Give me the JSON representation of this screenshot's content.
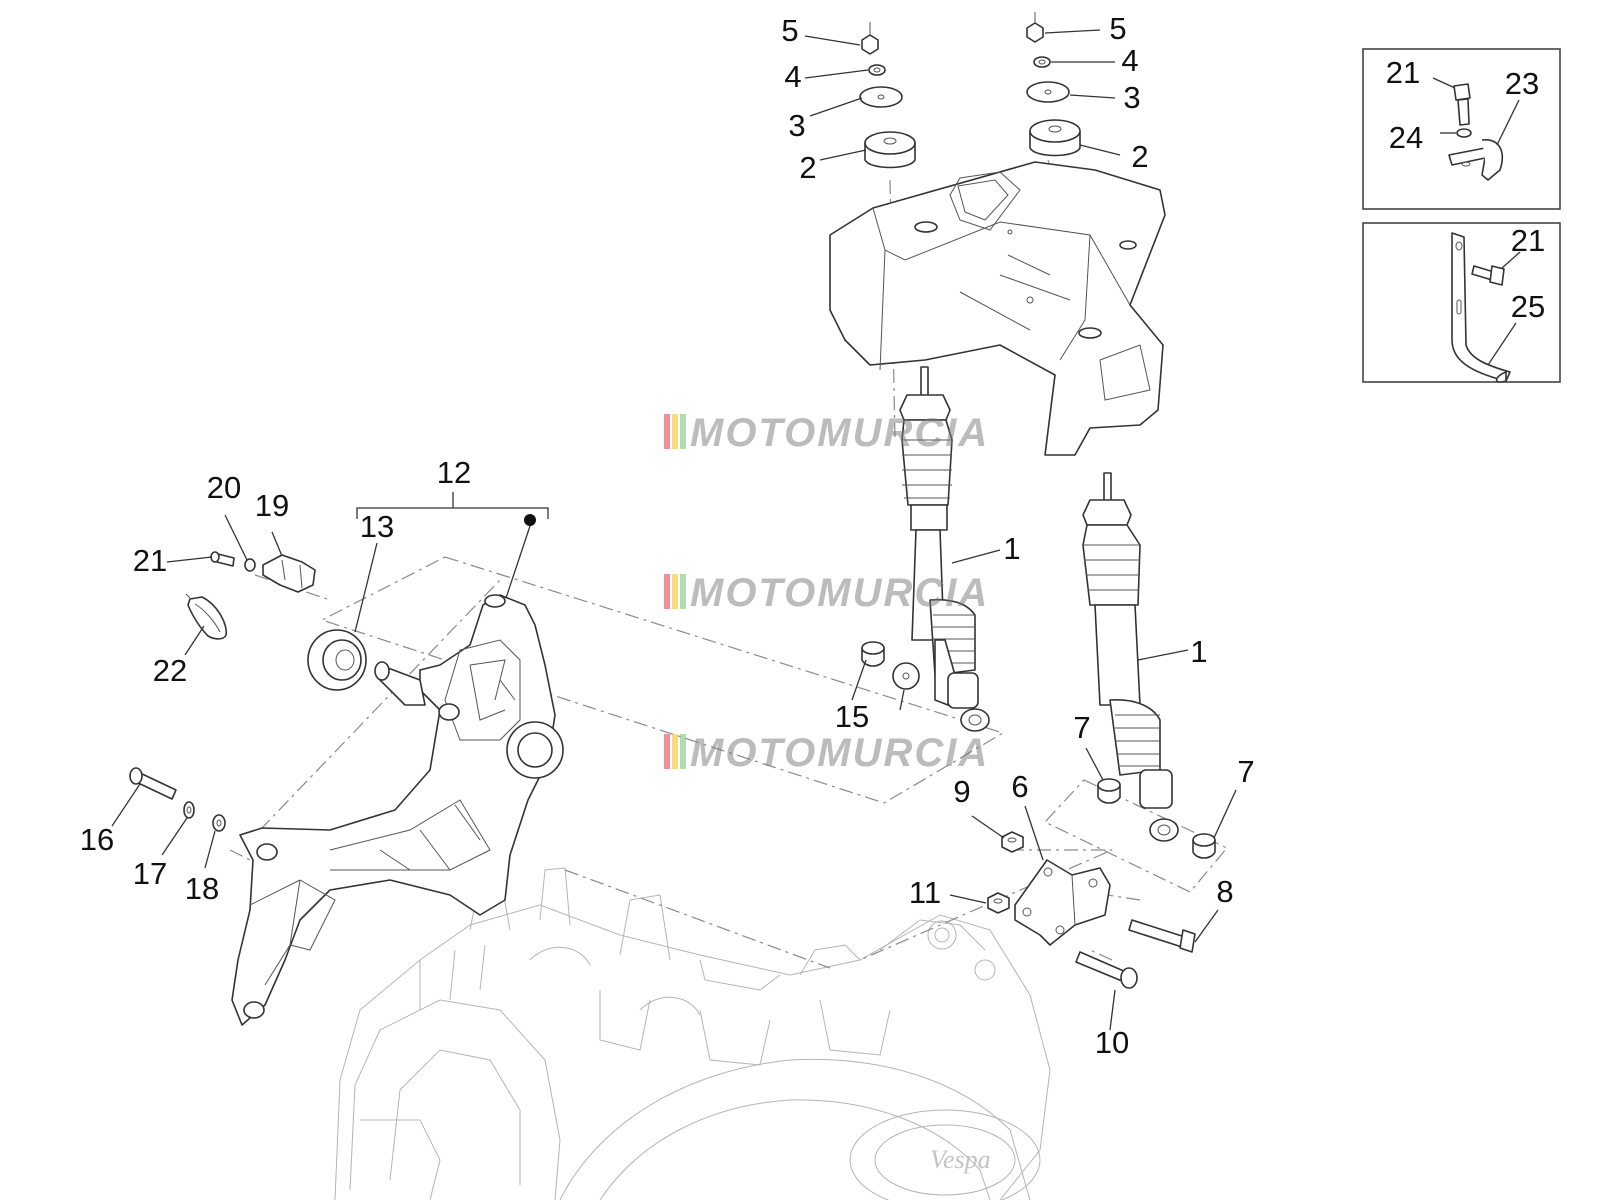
{
  "watermark": {
    "text": "MOTOMURCIA",
    "stripe_colors": [
      "#e5484d",
      "#f2c12e",
      "#7bc47f"
    ]
  },
  "callouts": [
    {
      "id": "1a",
      "text": "1"
    },
    {
      "id": "1b",
      "text": "1"
    },
    {
      "id": "2a",
      "text": "2"
    },
    {
      "id": "2b",
      "text": "2"
    },
    {
      "id": "3a",
      "text": "3"
    },
    {
      "id": "3b",
      "text": "3"
    },
    {
      "id": "4a",
      "text": "4"
    },
    {
      "id": "4b",
      "text": "4"
    },
    {
      "id": "5a",
      "text": "5"
    },
    {
      "id": "5b",
      "text": "5"
    },
    {
      "id": "6",
      "text": "6"
    },
    {
      "id": "7a",
      "text": "7"
    },
    {
      "id": "7b",
      "text": "7"
    },
    {
      "id": "8",
      "text": "8"
    },
    {
      "id": "9",
      "text": "9"
    },
    {
      "id": "10",
      "text": "10"
    },
    {
      "id": "11",
      "text": "11"
    },
    {
      "id": "12",
      "text": "12"
    },
    {
      "id": "13",
      "text": "13"
    },
    {
      "id": "15",
      "text": "15"
    },
    {
      "id": "16",
      "text": "16"
    },
    {
      "id": "17",
      "text": "17"
    },
    {
      "id": "18",
      "text": "18"
    },
    {
      "id": "19",
      "text": "19"
    },
    {
      "id": "20",
      "text": "20"
    },
    {
      "id": "21a",
      "text": "21"
    },
    {
      "id": "21b",
      "text": "21"
    },
    {
      "id": "21c",
      "text": "21"
    },
    {
      "id": "22",
      "text": "22"
    },
    {
      "id": "23",
      "text": "23"
    },
    {
      "id": "24",
      "text": "24"
    },
    {
      "id": "25",
      "text": "25"
    }
  ]
}
